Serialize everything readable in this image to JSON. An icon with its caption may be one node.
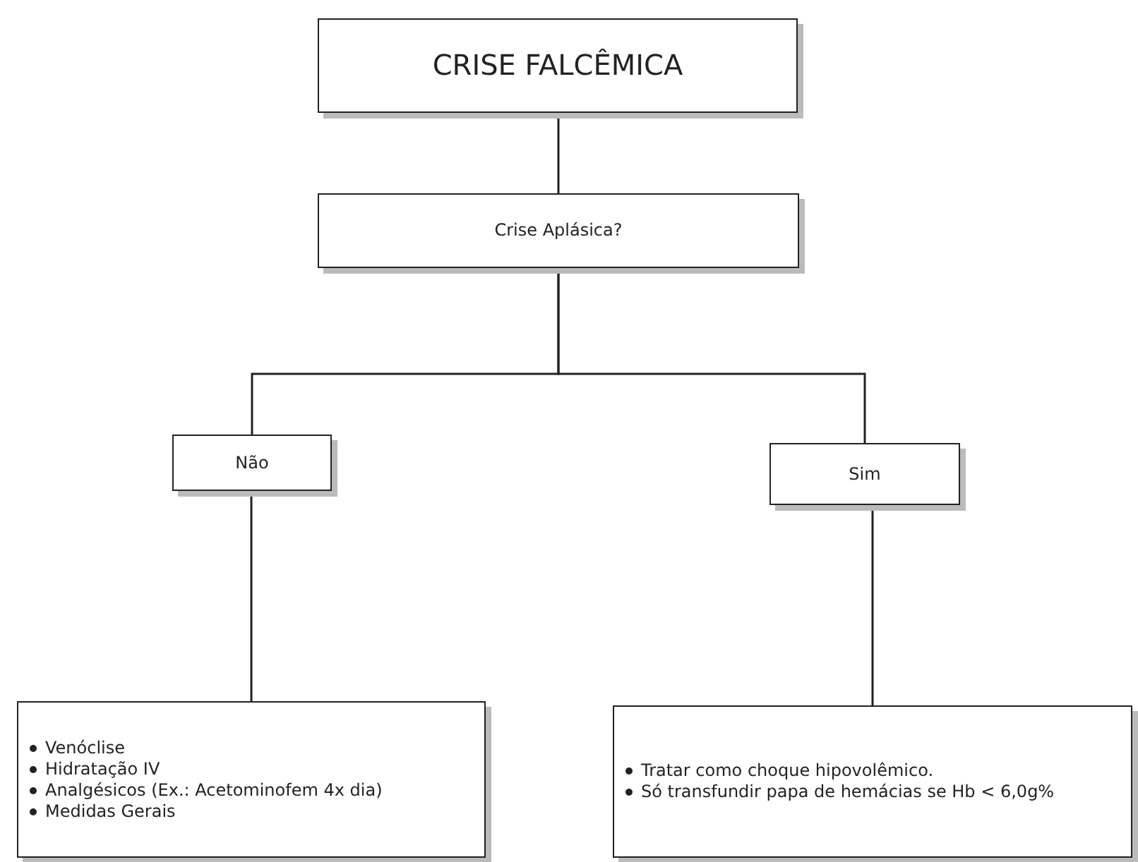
{
  "diagram": {
    "nodes": [
      {
        "text": [
          "CRISE FALCÊMICA"
        ]
      },
      {
        "text": [
          "Crise Aplásica?"
        ]
      },
      {
        "text": [
          "Não"
        ]
      },
      {
        "text": [
          "Sim"
        ]
      },
      {
        "text": [
          "Venóclise",
          "Hidratação IV",
          "Analgésicos (Ex.: Acetominofem 4x dia)",
          "Medidas Gerais"
        ]
      },
      {
        "text": [
          "Tratar como choque hipovolêmico.",
          "Só transfundir papa de hemácias se Hb < 6,0g%"
        ]
      }
    ],
    "edges": [
      {
        "from": 0,
        "to": 1,
        "arrow": "none"
      },
      {
        "from": 1,
        "to": 2,
        "arrow": "none"
      },
      {
        "from": 1,
        "to": 3,
        "arrow": "none"
      },
      {
        "from": 2,
        "to": 4,
        "arrow": "none"
      },
      {
        "from": 3,
        "to": 5,
        "arrow": "none"
      }
    ]
  }
}
